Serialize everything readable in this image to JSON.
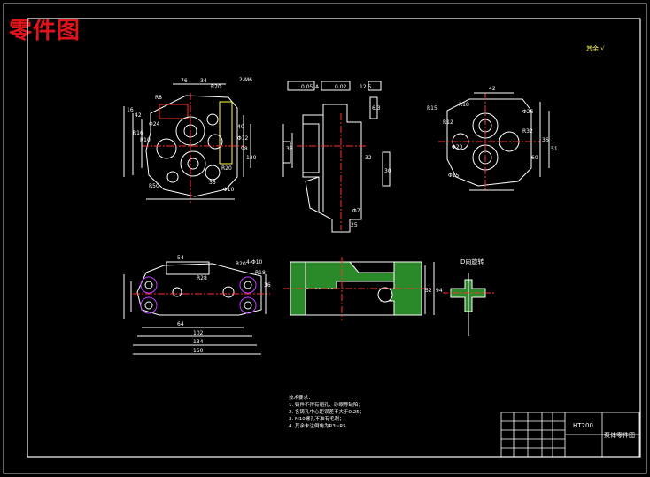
{
  "header": {
    "title": "零件图"
  },
  "drawing": {
    "roughness_note": "其余 √",
    "view_label": "D向旋转",
    "tech_requirements": {
      "heading": "技术要求：",
      "items": [
        "1. 铸件不得有缩孔、砂眼等缺陷；",
        "2. 各铸孔中心距误差不大于0.25；",
        "3. M10螺孔不准有毛刺；",
        "4. 其余未注倒角为R3~R5"
      ]
    },
    "title_block": {
      "material": "HT200",
      "part_name": "泵体零件图"
    },
    "dimensions": {
      "left_top": [
        "76",
        "34",
        "R20",
        "2-M6",
        "R8",
        "16",
        "42",
        "40",
        "Φ24",
        "R16",
        "R10",
        "Φ12",
        "98",
        "120",
        "R20",
        "36",
        "R50",
        "Φ10"
      ],
      "left_bottom": [
        "54",
        "R28",
        "R20",
        "R18",
        "4-Φ10",
        "36",
        "64",
        "102",
        "134",
        "150"
      ],
      "middle_top": [
        "0.05",
        "A",
        "0.02",
        "12.5",
        "38",
        "6.3",
        "32",
        "Φ7",
        "25",
        "30"
      ],
      "right_top": [
        "42",
        "R15",
        "R18",
        "Φ26",
        "R12",
        "R32",
        "Φ20",
        "36",
        "51",
        "60",
        "Φ15"
      ],
      "middle_bottom": [
        "94",
        "52"
      ]
    }
  }
}
